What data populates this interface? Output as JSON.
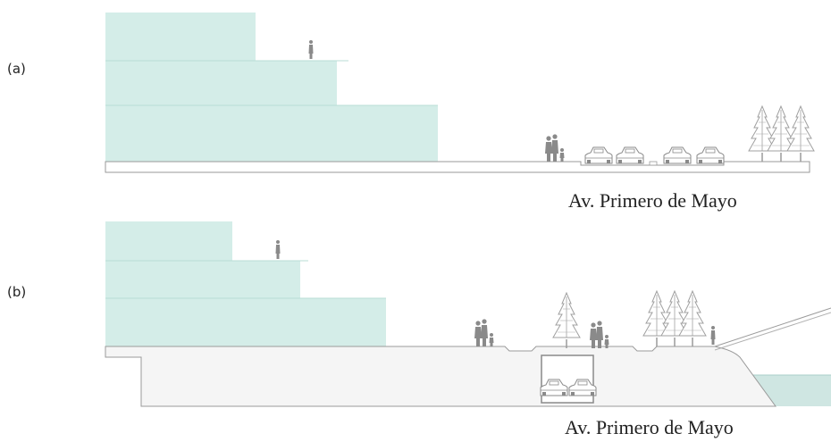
{
  "panels": {
    "a": {
      "label": "(a)",
      "caption": "Av. Primero de Mayo"
    },
    "b": {
      "label": "(b)",
      "caption": "Av. Primero de Mayo"
    }
  },
  "colors": {
    "building_fill": "#d4ede8",
    "building_line": "#b9ddd6",
    "ground_line": "#9a9a9a",
    "figure": "#8a8a8a",
    "water": "#cfe6e2"
  },
  "icons": [
    "person-icon",
    "pedestrian-group-icon",
    "car-icon",
    "pine-tree-icon"
  ]
}
